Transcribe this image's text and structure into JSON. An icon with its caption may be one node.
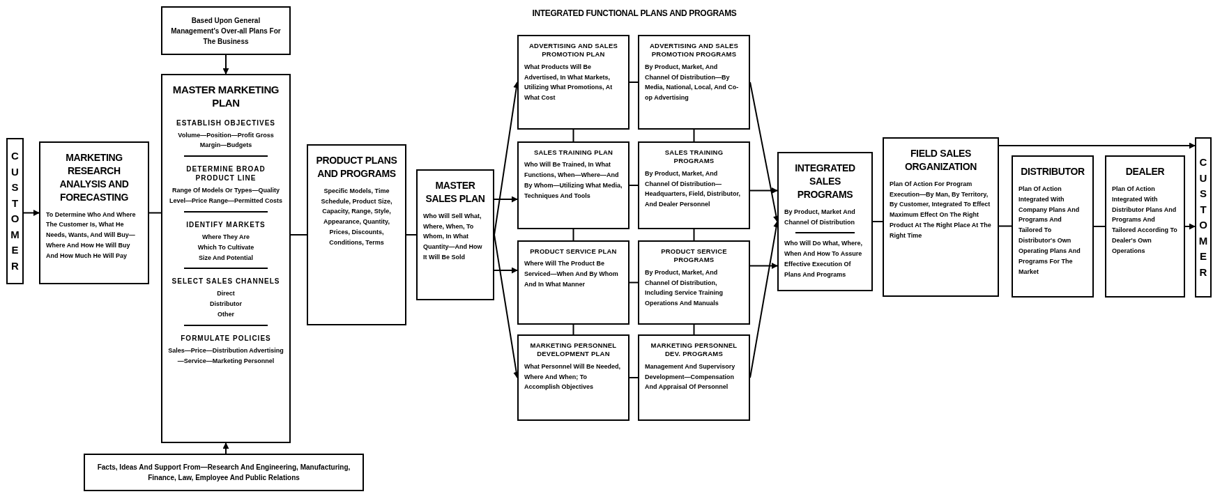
{
  "diagram": {
    "title": "INTEGRATED FUNCTIONAL PLANS AND PROGRAMS",
    "nodes": [
      {
        "text": [
          "Based Upon General Management's Over-all Plans For The Business"
        ]
      },
      {
        "text": [
          "CUSTOMER"
        ]
      },
      {
        "text": [
          "MARKETING RESEARCH ANALYSIS AND FORECASTING",
          "To Determine Who And Where The Customer Is, What He Needs, Wants, And Will Buy—Where And How He Will Buy And How Much He Will Pay"
        ]
      },
      {
        "text": [
          "MASTER MARKETING PLAN",
          "ESTABLISH OBJECTIVES",
          "Volume—Position—Profit Gross Margin—Budgets",
          "DETERMINE BROAD PRODUCT LINE",
          "Range Of Models Or Types—Quality Level—Price Range—Permitted Costs",
          "IDENTIFY MARKETS",
          "Where They Are",
          "Which To Cultivate",
          "Size And Potential",
          "SELECT SALES CHANNELS",
          "Direct",
          "Distributor",
          "Other",
          "FORMULATE POLICIES",
          "Sales—Price—Distribution Advertising—Service—Marketing Personnel"
        ]
      },
      {
        "text": [
          "Facts, Ideas And Support From—Research And Engineering, Manufacturing, Finance, Law, Employee And Public Relations"
        ]
      },
      {
        "text": [
          "PRODUCT PLANS AND PROGRAMS",
          "Specific Models, Time Schedule, Product Size, Capacity, Range, Style, Appearance, Quantity, Prices, Discounts, Conditions, Terms"
        ]
      },
      {
        "text": [
          "MASTER SALES PLAN",
          "Who Will Sell What, Where, When, To Whom, In What Quantity—And How It Will Be Sold"
        ]
      },
      {
        "text": [
          "ADVERTISING AND SALES PROMOTION PLAN",
          "What Products Will Be Advertised, In What Markets, Utilizing What Promotions, At What Cost"
        ]
      },
      {
        "text": [
          "ADVERTISING AND SALES PROMOTION PROGRAMS",
          "By Product, Market, And Channel Of Distribution—By Media, National, Local, And Co-op Advertising"
        ]
      },
      {
        "text": [
          "SALES TRAINING PLAN",
          "Who Will Be Trained, In What Functions, When—Where—And By Whom—Utilizing What Media, Techniques And Tools"
        ]
      },
      {
        "text": [
          "SALES TRAINING PROGRAMS",
          "By Product, Market, And Channel Of Distribution—Headquarters, Field, Distributor, And Dealer Personnel"
        ]
      },
      {
        "text": [
          "PRODUCT SERVICE PLAN",
          "Where Will The Product Be Serviced—When And By Whom And In What Manner"
        ]
      },
      {
        "text": [
          "PRODUCT SERVICE PROGRAMS",
          "By Product, Market, And Channel Of Distribution, Including Service Training Operations And Manuals"
        ]
      },
      {
        "text": [
          "MARKETING PERSONNEL DEVELOPMENT PLAN",
          "What Personnel Will Be Needed, Where And When; To Accomplish Objectives"
        ]
      },
      {
        "text": [
          "MARKETING PERSONNEL DEV. PROGRAMS",
          "Management And Supervisory Development—Compensation And Appraisal Of Personnel"
        ]
      },
      {
        "text": [
          "INTEGRATED SALES PROGRAMS",
          "By Product, Market And Channel Of Distribution",
          "Who Will Do What, Where, When And How To Assure Effective Execution Of Plans And Programs"
        ]
      },
      {
        "text": [
          "FIELD SALES ORGANIZATION",
          "Plan Of Action For Program Execution—By Man, By Territory, By Customer, Integrated To Effect Maximum Effect On The Right Product At The Right Place At The Right Time"
        ]
      },
      {
        "text": [
          "DISTRIBUTOR",
          "Plan Of Action Integrated With Company Plans And Programs And Tailored To Distributor's Own Operating Plans And Programs For The Market"
        ]
      },
      {
        "text": [
          "DEALER",
          "Plan Of Action Integrated With Distributor Plans And Programs And Tailored According To Dealer's Own Operations"
        ]
      },
      {
        "text": [
          "CUSTOMER"
        ]
      }
    ],
    "edges": [
      {
        "from": 1,
        "to": 2,
        "arrow": "to"
      },
      {
        "from": 2,
        "to": 3,
        "arrow": "none"
      },
      {
        "from": 0,
        "to": 3,
        "arrow": "to"
      },
      {
        "from": 4,
        "to": 3,
        "arrow": "to"
      },
      {
        "from": 3,
        "to": 5,
        "arrow": "none"
      },
      {
        "from": 5,
        "to": 6,
        "arrow": "none"
      },
      {
        "from": 6,
        "to": 7,
        "arrow": "to"
      },
      {
        "from": 6,
        "to": 9,
        "arrow": "to"
      },
      {
        "from": 6,
        "to": 11,
        "arrow": "to"
      },
      {
        "from": 6,
        "to": 13,
        "arrow": "to"
      },
      {
        "from": 7,
        "to": 8,
        "arrow": "none"
      },
      {
        "from": 9,
        "to": 10,
        "arrow": "none"
      },
      {
        "from": 11,
        "to": 12,
        "arrow": "none"
      },
      {
        "from": 13,
        "to": 14,
        "arrow": "none"
      },
      {
        "from": 7,
        "to": 9,
        "arrow": "none"
      },
      {
        "from": 9,
        "to": 11,
        "arrow": "none"
      },
      {
        "from": 11,
        "to": 13,
        "arrow": "none"
      },
      {
        "from": 8,
        "to": 10,
        "arrow": "none"
      },
      {
        "from": 10,
        "to": 12,
        "arrow": "none"
      },
      {
        "from": 12,
        "to": 14,
        "arrow": "none"
      },
      {
        "from": 8,
        "to": 15,
        "arrow": "to"
      },
      {
        "from": 10,
        "to": 15,
        "arrow": "to"
      },
      {
        "from": 12,
        "to": 15,
        "arrow": "to"
      },
      {
        "from": 14,
        "to": 15,
        "arrow": "to"
      },
      {
        "from": 15,
        "to": 16,
        "arrow": "none"
      },
      {
        "from": 16,
        "to": 17,
        "arrow": "none"
      },
      {
        "from": 17,
        "to": 18,
        "arrow": "none"
      },
      {
        "from": 18,
        "to": 19,
        "arrow": "to"
      },
      {
        "from": 16,
        "to": 19,
        "arrow": "to"
      }
    ]
  }
}
